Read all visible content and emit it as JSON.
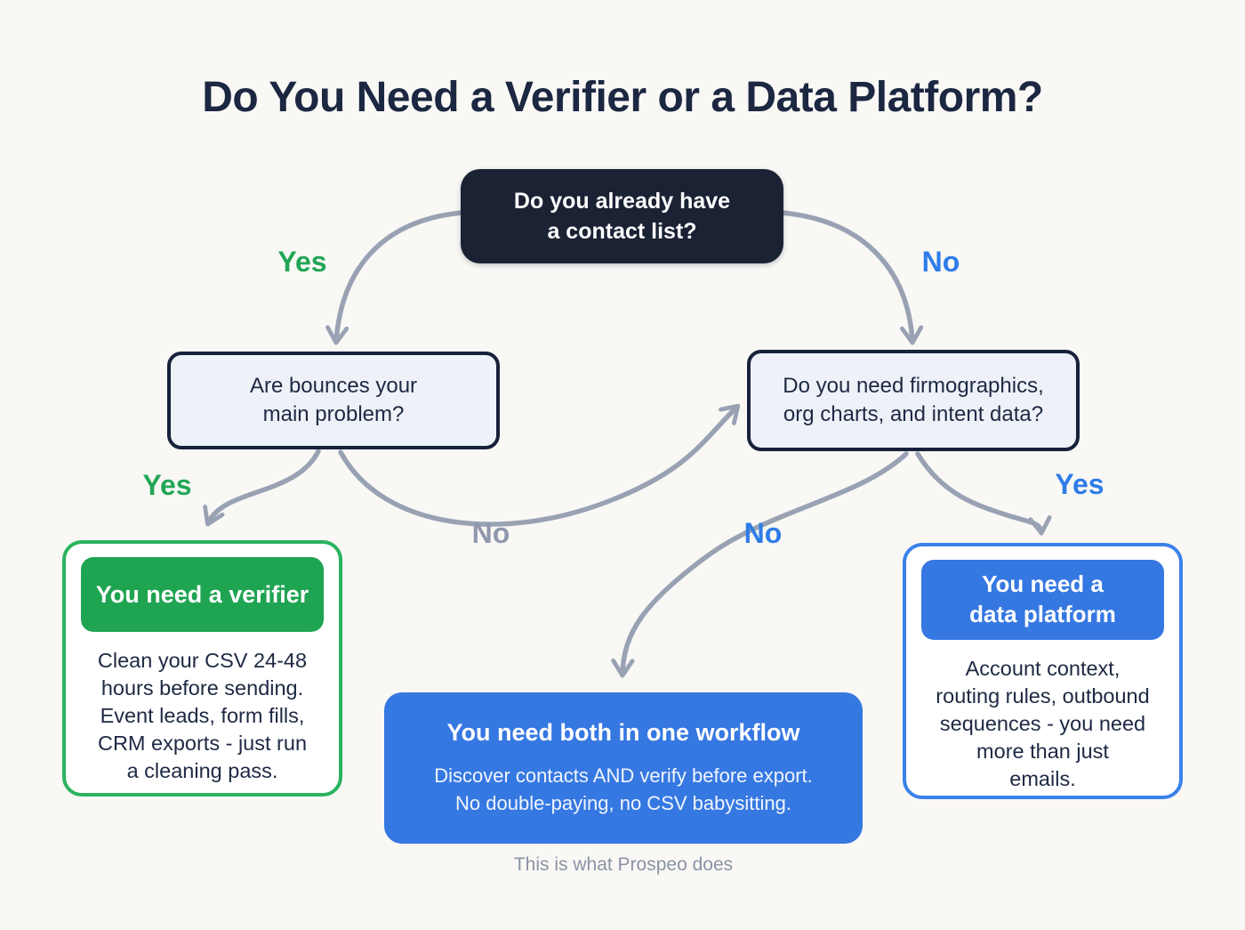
{
  "title": "Do You Need a Verifier or a Data Platform?",
  "nodes": {
    "root": {
      "question": "Do you already have\na contact list?"
    },
    "bounces": {
      "question": "Are bounces your\nmain problem?"
    },
    "firmographics": {
      "question": "Do you need firmographics,\norg charts, and intent data?"
    },
    "verifier": {
      "heading": "You need a verifier",
      "body": "Clean your CSV 24-48\nhours before sending.\nEvent leads, form fills,\nCRM exports - just run\na cleaning pass."
    },
    "both": {
      "heading": "You need both in one workflow",
      "body": "Discover contacts AND verify before export.\nNo double-paying, no CSV babysitting.",
      "footnote": "This is what Prospeo does"
    },
    "platform": {
      "heading": "You need a\ndata platform",
      "body": "Account context,\nrouting rules, outbound\nsequences - you need\nmore than just\nemails."
    }
  },
  "edge_labels": {
    "root_yes": "Yes",
    "root_no": "No",
    "bounces_yes": "Yes",
    "bounces_no": "No",
    "firmo_no": "No",
    "firmo_yes": "Yes"
  },
  "colors": {
    "background": "#f9f8f5",
    "title_navy": "#1c2741",
    "root_box_navy": "#1a2234",
    "question_fill": "#eef1f7",
    "question_border": "#17213a",
    "green_accent": "#1fa452",
    "green_border": "#2bb35e",
    "blue_accent": "#3678e2",
    "blue_border": "#3b82ea",
    "blue_label": "#2e7ce8",
    "gray_label": "#8f98ac",
    "arrow_gray": "#99a2b3",
    "footnote_gray": "#8a93a6"
  }
}
